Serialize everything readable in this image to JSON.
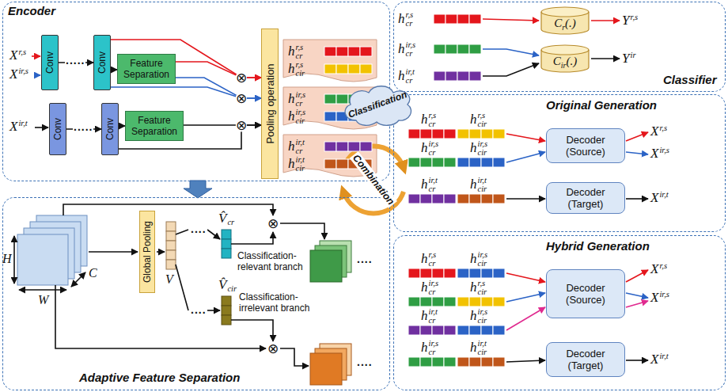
{
  "diagram": {
    "nodes": [
      {
        "text": [
          "Encoder"
        ]
      },
      {
        "text": [
          "Conv"
        ],
        "in": 0
      },
      {
        "text": [
          "Conv"
        ],
        "in": 0
      },
      {
        "text": [
          "Feature Separation"
        ],
        "in": 0
      },
      {
        "text": [
          "Conv"
        ],
        "in": 0
      },
      {
        "text": [
          "Conv"
        ],
        "in": 0
      },
      {
        "text": [
          "Feature Separation"
        ],
        "in": 0
      },
      {
        "text": [
          "Pooling operation"
        ],
        "in": 0
      },
      {
        "text": [
          "Adaptive Feature Separation"
        ]
      },
      {
        "text": [
          "Global Pooling"
        ],
        "in": 8
      },
      {
        "text": [
          "Classification"
        ]
      },
      {
        "text": [
          "Classifier"
        ]
      },
      {
        "text": [
          "C",
          "r",
          "(.)"
        ],
        "in": 11
      },
      {
        "text": [
          "C",
          "ir",
          "(.)"
        ],
        "in": 11
      },
      {
        "text": [
          "Original Generation"
        ]
      },
      {
        "text": [
          "Decoder (Source)"
        ],
        "in": 14
      },
      {
        "text": [
          "Decoder (Target)"
        ],
        "in": 14
      },
      {
        "text": [
          "Hybrid Generation"
        ]
      },
      {
        "text": [
          "Decoder (Source)"
        ],
        "in": 17
      },
      {
        "text": [
          "Decoder (Target)"
        ],
        "in": 17
      }
    ],
    "edges": [
      {
        "from": 1,
        "to": 2,
        "arrow": "to"
      },
      {
        "from": 2,
        "to": 3,
        "arrow": "to"
      },
      {
        "from": 4,
        "to": 5,
        "arrow": "to"
      },
      {
        "from": 5,
        "to": 6,
        "arrow": "to"
      },
      {
        "from": 2,
        "to": 7,
        "arrow": "to"
      },
      {
        "from": 3,
        "to": 7,
        "arrow": "to"
      },
      {
        "from": 2,
        "to": 7,
        "arrow": "to"
      },
      {
        "from": 3,
        "to": 7,
        "arrow": "to"
      },
      {
        "from": 5,
        "to": 7,
        "arrow": "to"
      },
      {
        "from": 6,
        "to": 7,
        "arrow": "to"
      },
      {
        "from": 0,
        "to": 8,
        "arrow": "to"
      }
    ],
    "labels": [
      "X",
      "r,s",
      "X",
      "ir,s",
      "X",
      "ir,t",
      ".....",
      ".....",
      "⊗",
      "⊗",
      "⊗",
      "h",
      "r,s",
      "cr",
      "h",
      "r,s",
      "cir",
      "h",
      "ir,s",
      "cr",
      "h",
      "ir,s",
      "cir",
      "h",
      "ir,t",
      "cr",
      "h",
      "ir,t",
      "cir",
      "H",
      "W",
      "C",
      "V",
      "V̂",
      "cr",
      "V̂",
      "cir",
      "....",
      "....",
      "....",
      "....",
      "Classification-relevant branch",
      "Classification-irrelevant branch",
      "⊗",
      "⊗",
      "Combination",
      "h",
      "r,s",
      "cr",
      "Y",
      "r,s",
      "h",
      "ir,s",
      "cr",
      "h",
      "ir,t",
      "cr",
      "Y",
      "ir",
      "h",
      "r,s",
      "cr",
      "h",
      "r,s",
      "cir",
      "X",
      "r,s",
      "h",
      "ir,s",
      "cr",
      "h",
      "ir,s",
      "cir",
      "X",
      "ir,s",
      "h",
      "ir,t",
      "cr",
      "h",
      "ir,t",
      "cir",
      "X",
      "ir,t",
      "h",
      "r,s",
      "cr",
      "h",
      "ir,s",
      "cir",
      "h",
      "ir,s",
      "cr",
      "h",
      "r,s",
      "cir",
      "h",
      "ir,t",
      "cr",
      "h",
      "ir,s",
      "cir",
      "X",
      "r,s",
      "X",
      "ir,s",
      "h",
      "ir,s",
      "cr",
      "h",
      "ir,t",
      "cir",
      "X",
      "ir,t"
    ]
  }
}
